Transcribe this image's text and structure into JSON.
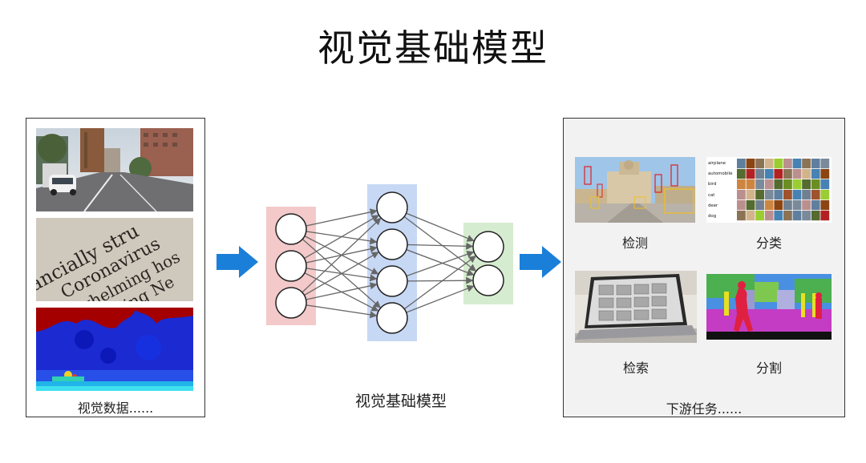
{
  "title": "视觉基础模型",
  "left_panel": {
    "caption": "视觉数据......",
    "newspaper_words": [
      "ancially stru",
      "Coronavirus",
      "whelming hos",
      "luding Ne"
    ]
  },
  "network": {
    "caption": "视觉基础模型",
    "layers": [
      {
        "nodes": 3,
        "color": "#f3c9c9"
      },
      {
        "nodes": 4,
        "color": "#c7d8f5"
      },
      {
        "nodes": 2,
        "color": "#d6ecd0"
      }
    ],
    "arrow_color": "#1a7fd9"
  },
  "right_panel": {
    "caption": "下游任务......",
    "tasks": [
      {
        "label": "检测"
      },
      {
        "label": "分类",
        "classes": [
          "airplane",
          "automobile",
          "bird",
          "cat",
          "deer",
          "dog"
        ]
      },
      {
        "label": "检索"
      },
      {
        "label": "分割"
      }
    ]
  }
}
